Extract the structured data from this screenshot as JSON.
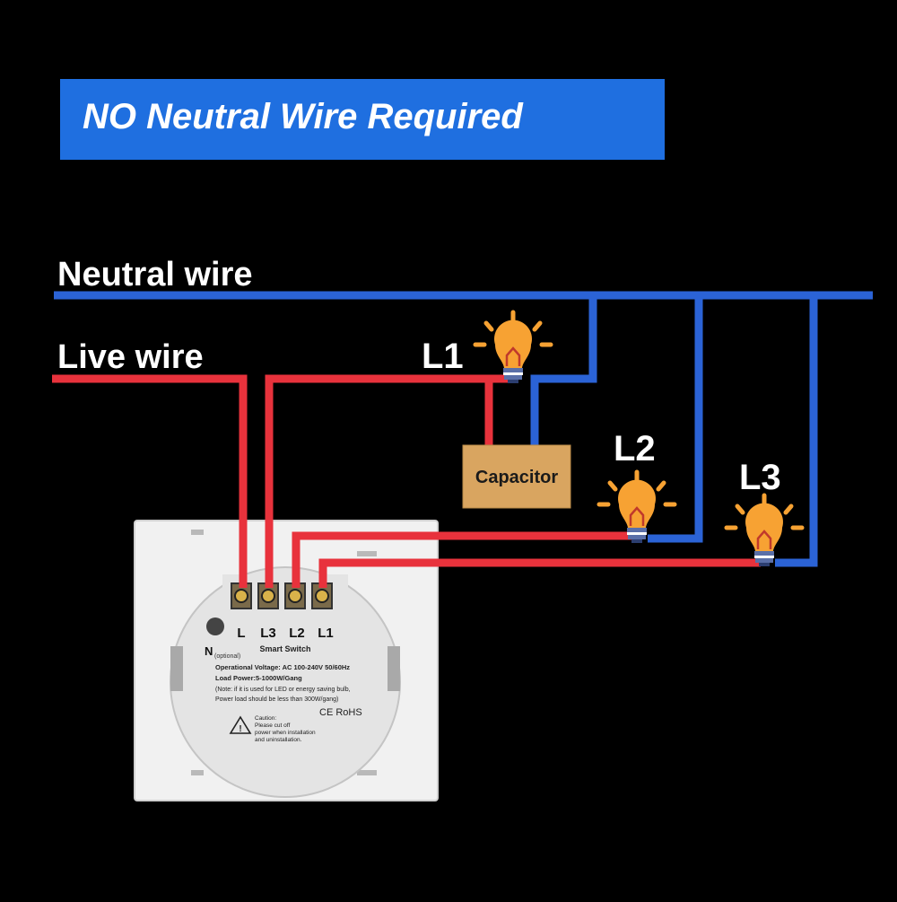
{
  "banner": {
    "text": "NO Neutral Wire Required"
  },
  "wires": {
    "neutral_label": "Neutral wire",
    "live_label": "Live wire"
  },
  "loads": [
    {
      "label": "L1"
    },
    {
      "label": "L2"
    },
    {
      "label": "L3"
    }
  ],
  "capacitor": {
    "label": "Capacitor"
  },
  "switch": {
    "terminals": [
      "L",
      "L3",
      "L2",
      "L1"
    ],
    "model": "Smart Switch",
    "n_label": "N",
    "n_note": "(optional)",
    "spec_lines": [
      "Operational Voltage: AC 100-240V 50/60Hz",
      "Load Power:5-1000W/Gang",
      "(Note: if it is used for LED or energy saving bulb,",
      "Power load should be less than 300W/gang)"
    ],
    "marks": "CE RoHS",
    "caution_lines": [
      "Caution:",
      "Please cut off",
      "power when installation",
      "and uninstallation."
    ]
  },
  "colors": {
    "background": "#000000",
    "banner": "#1f6fe0",
    "neutral": "#2b63d6",
    "live": "#e8323c",
    "capacitor": "#d9a560",
    "bulb": "#f7a233",
    "plate": "#f1f1f1"
  }
}
